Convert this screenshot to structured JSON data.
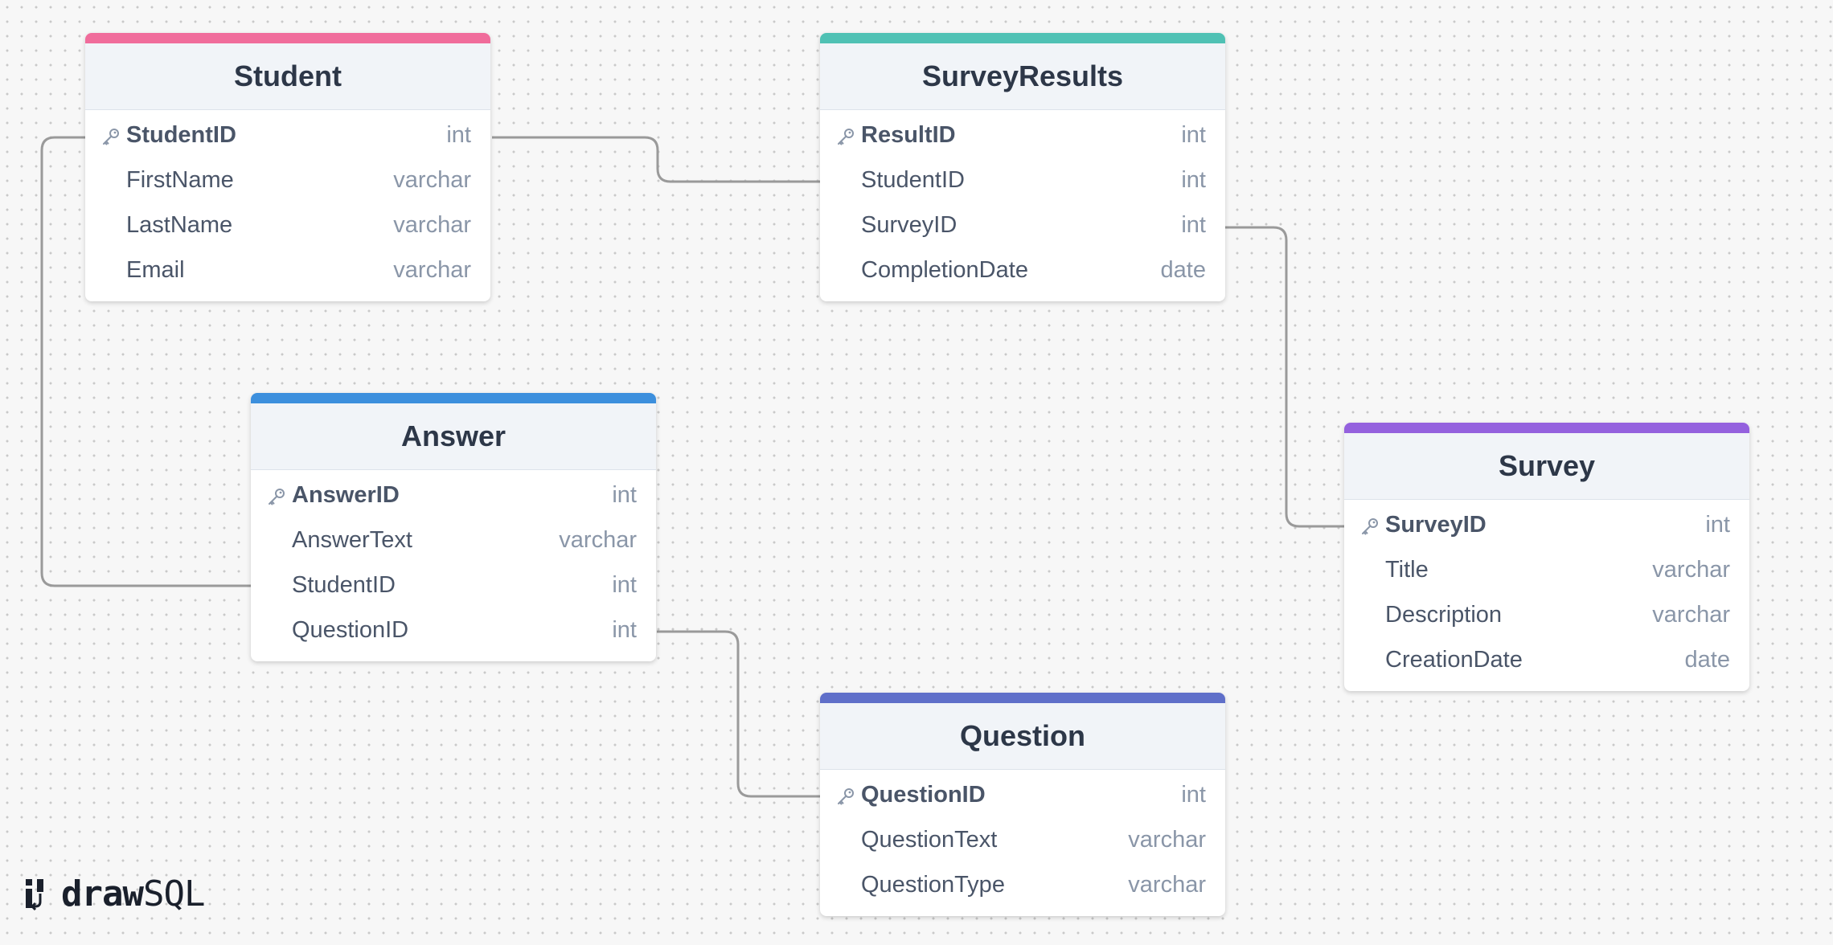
{
  "brand": {
    "name_bold": "draw",
    "name_regular": "SQL"
  },
  "colors": {
    "student": "#f06c9b",
    "survey_results": "#4fc1b4",
    "answer": "#3c8fdd",
    "survey": "#9461de",
    "question": "#5f6fc9",
    "connector": "#9a9a9a"
  },
  "icons": {
    "primary_key": "key-icon"
  },
  "tables": {
    "student": {
      "name": "Student",
      "columns": [
        {
          "name": "StudentID",
          "type": "int",
          "primary": true
        },
        {
          "name": "FirstName",
          "type": "varchar",
          "primary": false
        },
        {
          "name": "LastName",
          "type": "varchar",
          "primary": false
        },
        {
          "name": "Email",
          "type": "varchar",
          "primary": false
        }
      ]
    },
    "survey_results": {
      "name": "SurveyResults",
      "columns": [
        {
          "name": "ResultID",
          "type": "int",
          "primary": true
        },
        {
          "name": "StudentID",
          "type": "int",
          "primary": false
        },
        {
          "name": "SurveyID",
          "type": "int",
          "primary": false
        },
        {
          "name": "CompletionDate",
          "type": "date",
          "primary": false
        }
      ]
    },
    "answer": {
      "name": "Answer",
      "columns": [
        {
          "name": "AnswerID",
          "type": "int",
          "primary": true
        },
        {
          "name": "AnswerText",
          "type": "varchar",
          "primary": false
        },
        {
          "name": "StudentID",
          "type": "int",
          "primary": false
        },
        {
          "name": "QuestionID",
          "type": "int",
          "primary": false
        }
      ]
    },
    "survey": {
      "name": "Survey",
      "columns": [
        {
          "name": "SurveyID",
          "type": "int",
          "primary": true
        },
        {
          "name": "Title",
          "type": "varchar",
          "primary": false
        },
        {
          "name": "Description",
          "type": "varchar",
          "primary": false
        },
        {
          "name": "CreationDate",
          "type": "date",
          "primary": false
        }
      ]
    },
    "question": {
      "name": "Question",
      "columns": [
        {
          "name": "QuestionID",
          "type": "int",
          "primary": true
        },
        {
          "name": "QuestionText",
          "type": "varchar",
          "primary": false
        },
        {
          "name": "QuestionType",
          "type": "varchar",
          "primary": false
        }
      ]
    }
  },
  "relationships": [
    {
      "from": "Student.StudentID",
      "to": "SurveyResults.StudentID"
    },
    {
      "from": "SurveyResults.SurveyID",
      "to": "Survey.SurveyID"
    },
    {
      "from": "Student.StudentID",
      "to": "Answer.StudentID"
    },
    {
      "from": "Answer.QuestionID",
      "to": "Question.QuestionID"
    }
  ]
}
